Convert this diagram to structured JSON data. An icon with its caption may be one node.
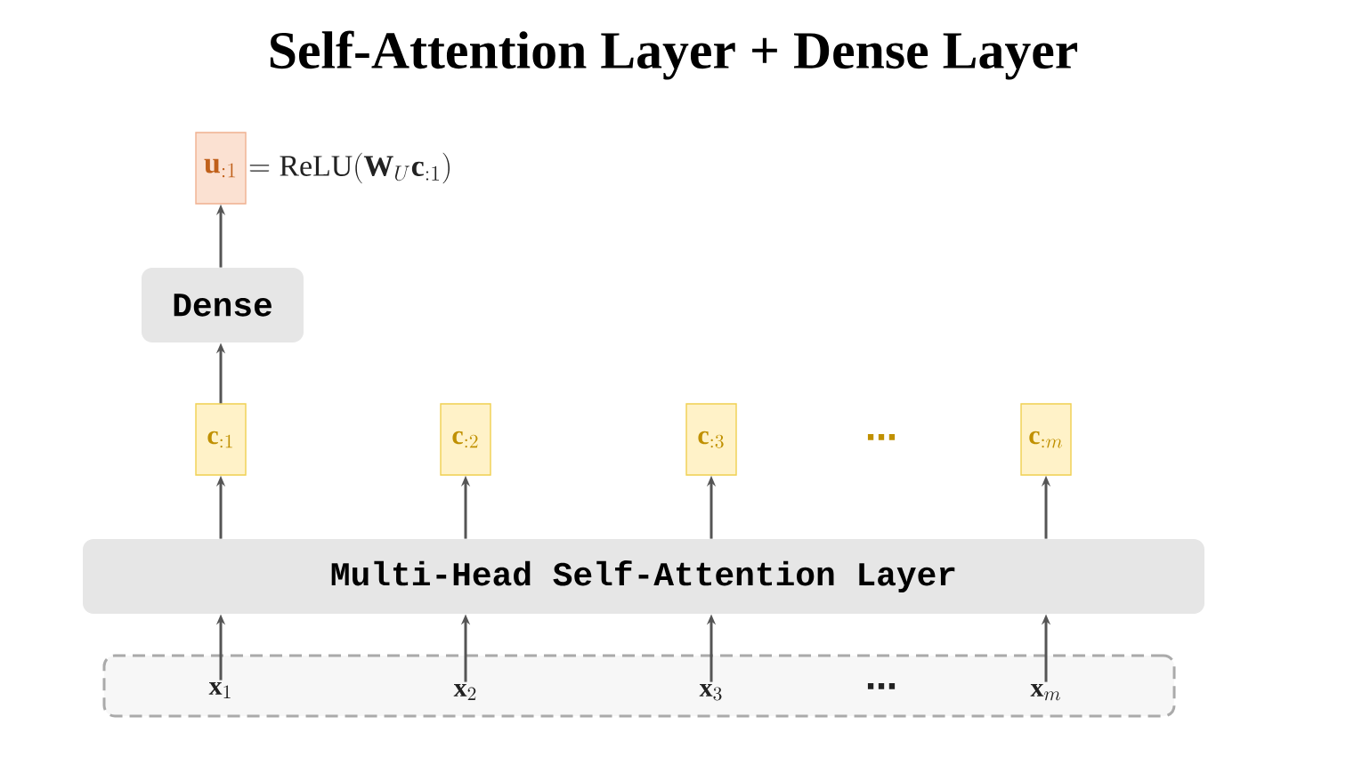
{
  "diagram": {
    "title": "Self-Attention Layer + Dense Layer",
    "nodes": [
      {
        "text": [
          "\\mathbf{u}_{:1}"
        ],
        "beside": [
          "= \\mathrm{ReLU}(\\mathbf{W}_{U}\\mathbf{c}_{:1})"
        ]
      },
      {
        "text": [
          "Dense"
        ]
      },
      {
        "text": [
          "\\mathbf{c}_{:1}"
        ]
      },
      {
        "text": [
          "\\mathbf{c}_{:2}"
        ]
      },
      {
        "text": [
          "\\mathbf{c}_{:3}"
        ]
      },
      {
        "text": [
          "\\mathbf{c}_{:m}"
        ]
      },
      {
        "text": [
          "Multi-Head Self-Attention Layer"
        ]
      },
      {
        "text": [],
        "shape": "box"
      },
      {
        "text": [
          "\\mathbf{x}_{1}"
        ],
        "in": 7
      },
      {
        "text": [
          "\\mathbf{x}_{2}"
        ],
        "in": 7
      },
      {
        "text": [
          "\\mathbf{x}_{3}"
        ],
        "in": 7
      },
      {
        "text": [
          "\\mathbf{x}_{m}"
        ],
        "in": 7
      }
    ],
    "edges": [
      {
        "from": 8,
        "to": 6,
        "arrow": "to"
      },
      {
        "from": 9,
        "to": 6,
        "arrow": "to"
      },
      {
        "from": 10,
        "to": 6,
        "arrow": "to"
      },
      {
        "from": 11,
        "to": 6,
        "arrow": "to"
      },
      {
        "from": 6,
        "to": 2,
        "arrow": "to"
      },
      {
        "from": 6,
        "to": 3,
        "arrow": "to"
      },
      {
        "from": 6,
        "to": 4,
        "arrow": "to"
      },
      {
        "from": 6,
        "to": 5,
        "arrow": "to"
      },
      {
        "from": 2,
        "to": 1,
        "arrow": "to"
      },
      {
        "from": 1,
        "to": 0,
        "arrow": "to"
      }
    ],
    "labels": [
      "⋯",
      "⋯"
    ]
  }
}
